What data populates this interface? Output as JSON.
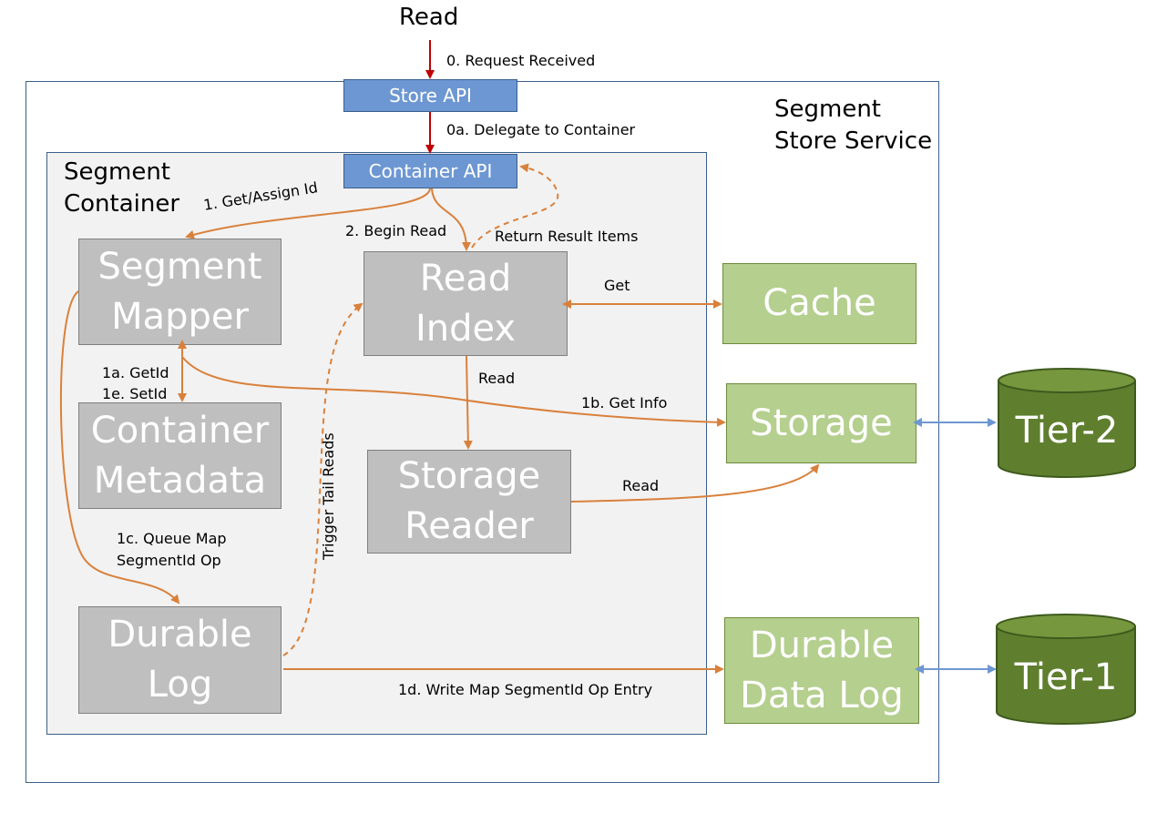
{
  "top_label": "Read",
  "outer": {
    "title_line1": "Segment",
    "title_line2": "Store Service"
  },
  "inner": {
    "title_line1": "Segment",
    "title_line2": "Container"
  },
  "store_api": "Store API",
  "container_api": "Container API",
  "boxes": {
    "segment_mapper": [
      "Segment",
      "Mapper"
    ],
    "container_metadata": [
      "Container",
      "Metadata"
    ],
    "durable_log": [
      "Durable",
      "Log"
    ],
    "read_index": [
      "Read",
      "Index"
    ],
    "storage_reader": [
      "Storage",
      "Reader"
    ],
    "cache": "Cache",
    "storage": "Storage",
    "durable_data_log": [
      "Durable",
      "Data Log"
    ]
  },
  "tiers": {
    "tier2": "Tier-2",
    "tier1": "Tier-1"
  },
  "edge_labels": {
    "request_received": "0. Request Received",
    "delegate": "0a. Delegate to Container",
    "get_assign": "1. Get/Assign Id",
    "begin_read": "2. Begin Read",
    "return_results": "Return Result Items",
    "get": "Get",
    "read_index_read": "Read",
    "get_id": "1a. GetId",
    "set_id": "1e. SetId",
    "get_info": "1b. Get Info",
    "trigger_tail": "Trigger Tail Reads",
    "storage_read": "Read",
    "queue_map_1": "1c. Queue Map",
    "queue_map_2": "SegmentId Op",
    "write_map": "1d. Write Map SegmentId Op Entry"
  },
  "colors": {
    "orange": "#d9813c",
    "red": "#c00000",
    "blue_arrow": "#6d97d2",
    "tier_fill": "#5f7f2f"
  }
}
